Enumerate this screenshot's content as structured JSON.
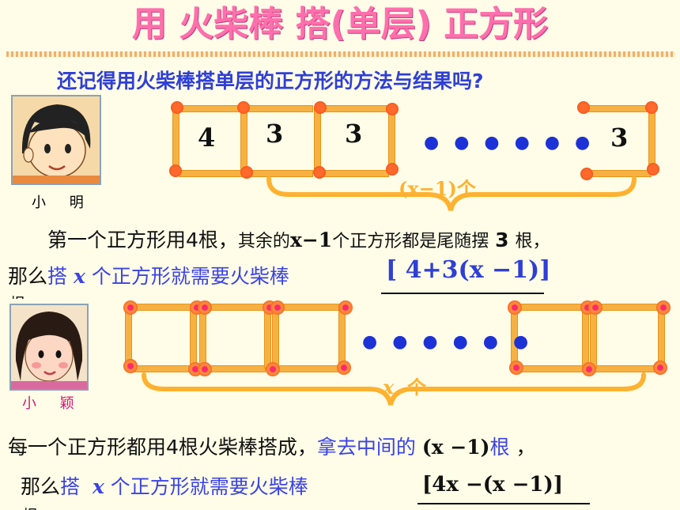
{
  "title": "用 火柴棒 搭(单层) 正方形",
  "subtitle": "还记得用火柴棒搭单层的正方形的方法与结果吗?",
  "colors": {
    "title": "#ff6fae",
    "blue": "#2f3fd6",
    "match": "#f7b143",
    "head": "#ff6a2c",
    "brace": "#ffb12f"
  },
  "xiaoming": {
    "caption": "小 明",
    "counts": [
      "4",
      "3",
      "3",
      "3"
    ],
    "ellipsis": "● ● ● ● ● ●",
    "brace_label": "(x−1)",
    "brace_unit": "个",
    "text1_a": "第一个正方形用4根，",
    "text1_b": "其余的",
    "text1_x": "x−1",
    "text1_c": "个正方形都是尾随摆",
    "text1_3": "3",
    "text1_d": "根，",
    "text2_a": "那么",
    "text2_b": "搭",
    "text2_x": "x",
    "text2_c": "个正方形就需要火柴棒",
    "formula": "[ 4+3(x −1)]",
    "cutoff": "根"
  },
  "xiaoying": {
    "caption": "小 颖",
    "ellipsis": "● ● ● ● ● ●",
    "brace_label": "x",
    "brace_unit": "个",
    "text1_a": "每一个正方形都用4根火柴棒搭成，",
    "text1_b": "拿去中间的",
    "text1_x": "(x −1)",
    "text1_c": "根",
    "text1_d": "，",
    "text2_a": "那么",
    "text2_b": "搭",
    "text2_x": "x",
    "text2_c": "个正方形就需要火柴棒",
    "formula": "[4x −(x −1)]",
    "cutoff": "根"
  }
}
